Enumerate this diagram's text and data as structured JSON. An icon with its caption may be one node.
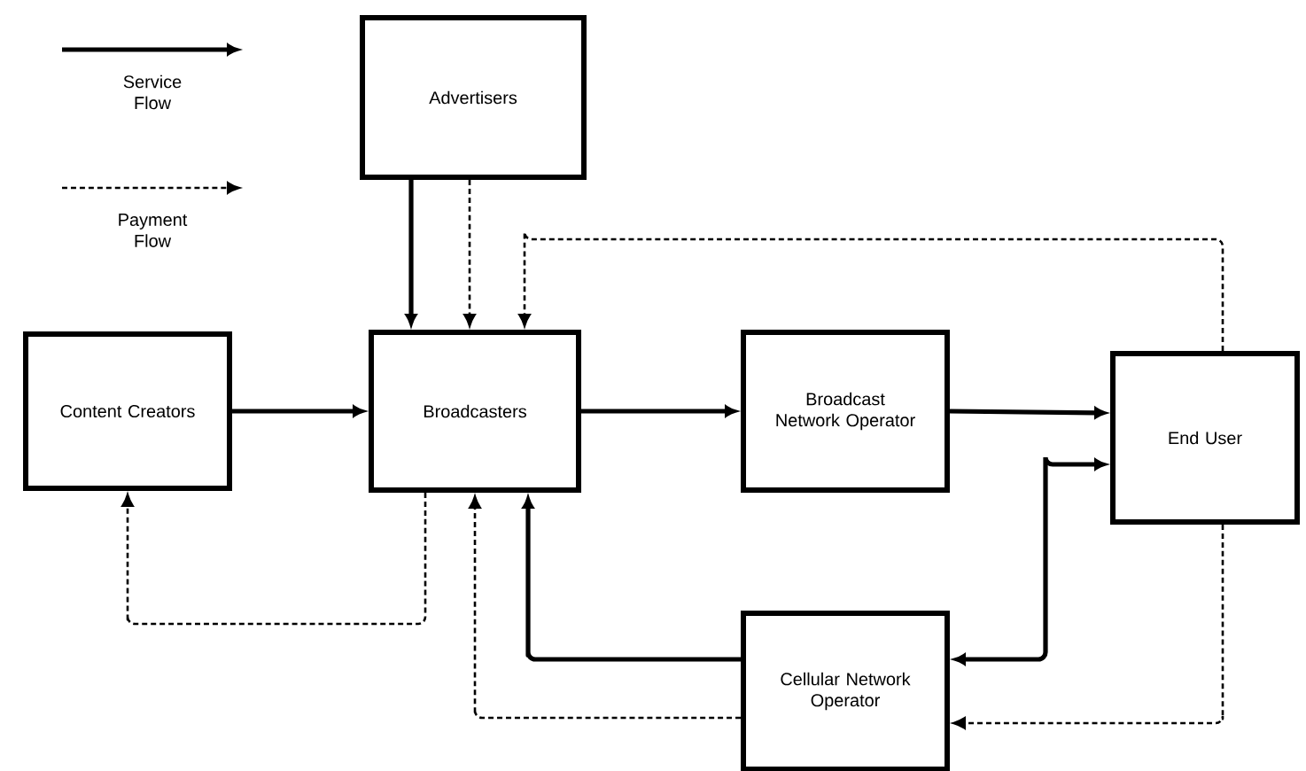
{
  "diagram": {
    "nodes": [
      {
        "text": [
          "Advertisers"
        ]
      },
      {
        "text": [
          "Content Creators"
        ]
      },
      {
        "text": [
          "Broadcasters"
        ]
      },
      {
        "text": [
          "Broadcast Network Operator"
        ]
      },
      {
        "text": [
          "End User"
        ]
      },
      {
        "text": [
          "Cellular Network Operator"
        ]
      }
    ],
    "edges": [
      {
        "from": 0,
        "to": 2,
        "arrow": "to"
      },
      {
        "from": 0,
        "to": 2,
        "arrow": "to",
        "style": "dashed"
      },
      {
        "from": 4,
        "to": 2,
        "arrow": "to",
        "style": "dashed"
      },
      {
        "from": 1,
        "to": 2,
        "arrow": "to"
      },
      {
        "from": 2,
        "to": 3,
        "arrow": "to"
      },
      {
        "from": 3,
        "to": 4,
        "arrow": "to"
      },
      {
        "from": 5,
        "to": 4,
        "arrow": "both"
      },
      {
        "from": 5,
        "to": 2,
        "arrow": "to"
      },
      {
        "from": 2,
        "to": 1,
        "arrow": "to",
        "style": "dashed"
      },
      {
        "from": 5,
        "to": 2,
        "arrow": "to",
        "style": "dashed"
      },
      {
        "from": 4,
        "to": 5,
        "arrow": "to",
        "style": "dashed"
      }
    ],
    "legend": [
      {
        "text": "Service Flow"
      },
      {
        "text": "Payment Flow"
      }
    ]
  }
}
